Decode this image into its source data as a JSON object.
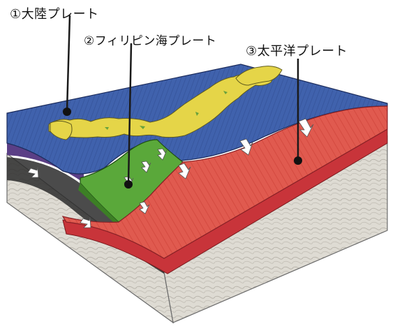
{
  "labels": {
    "continental": "①大陸プレート",
    "philippine": "②フィリピン海プレート",
    "pacific": "③太平洋プレート"
  },
  "colors": {
    "continental_plate": "#3f5fa8",
    "philippine_plate": "#5aa83a",
    "pacific_plate": "#e0574e",
    "japan_land": "#e8d84a",
    "crust_side": "#d9d6cf",
    "leader_line": "#1a1a1a"
  }
}
